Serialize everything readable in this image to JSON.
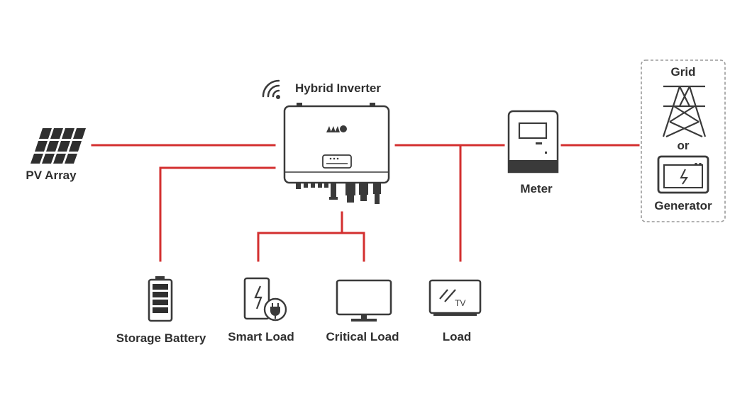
{
  "diagram": {
    "labels": {
      "pv_array": "PV Array",
      "hybrid_inverter": "Hybrid Inverter",
      "meter": "Meter",
      "grid": "Grid",
      "or": "or",
      "generator": "Generator",
      "storage_battery": "Storage Battery",
      "smart_load": "Smart Load",
      "critical_load": "Critical Load",
      "load": "Load",
      "tv_text": "TV"
    },
    "colors": {
      "wire": "#d32f2f",
      "icon": "#3a3a3a",
      "icon_fill": "#2f2f2f",
      "text": "#2f2f2f",
      "dashed_border": "#9a9a9a"
    },
    "icons": {
      "pv_array": "solar-panel-icon",
      "wifi": "wifi-icon",
      "inverter": "inverter-device-icon",
      "meter": "meter-device-icon",
      "grid": "transmission-tower-icon",
      "generator": "generator-icon",
      "battery": "battery-icon",
      "smart_load": "smart-load-icon",
      "critical_load": "monitor-icon",
      "load": "tv-icon"
    }
  }
}
